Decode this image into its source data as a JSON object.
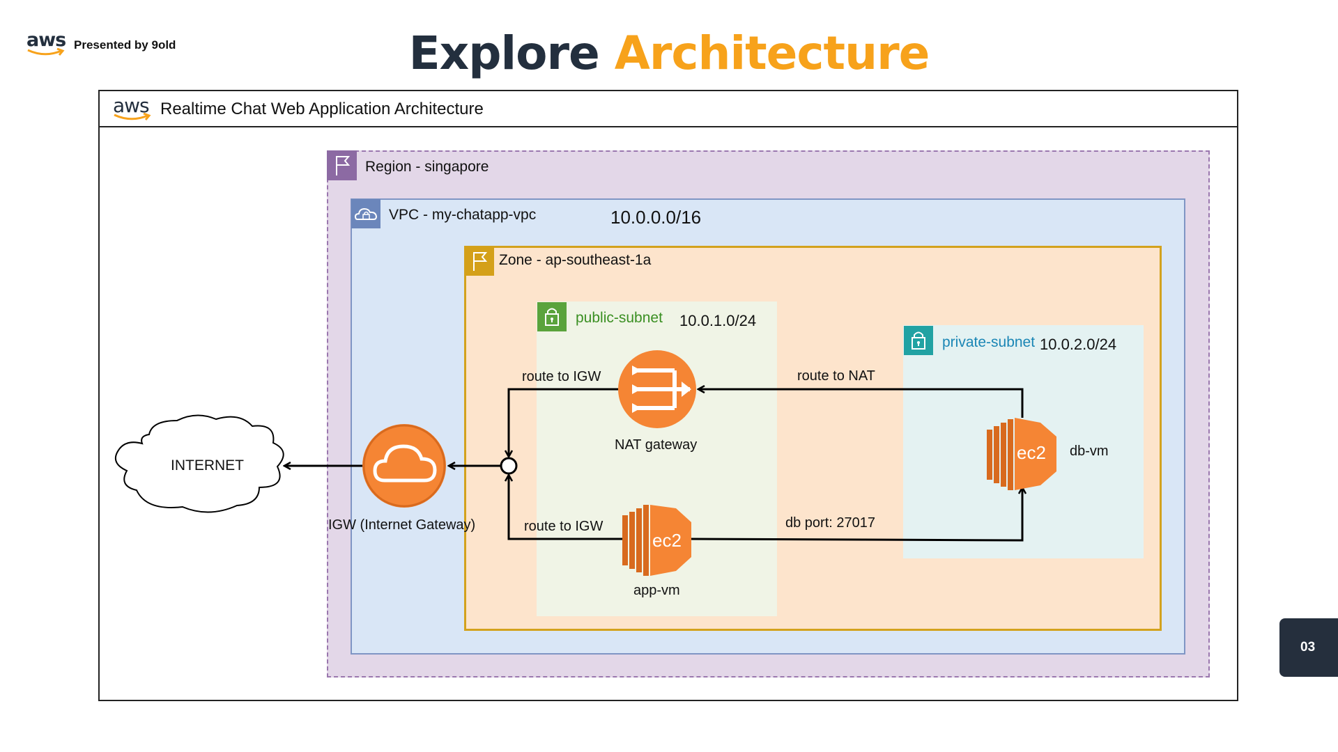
{
  "header": {
    "logo_text": "aws",
    "presented": "Presented by 9old",
    "title_part1": "Explore",
    "title_part2": "Architecture"
  },
  "diagram": {
    "logo_text": "aws",
    "title": "Realtime Chat Web Application Architecture",
    "region_label": "Region - singapore",
    "vpc_label": "VPC - my-chatapp-vpc",
    "vpc_cidr": "10.0.0.0/16",
    "zone_label": "Zone - ap-southeast-1a",
    "public_subnet_label": "public-subnet",
    "public_subnet_cidr": "10.0.1.0/24",
    "private_subnet_label": "private-subnet",
    "private_subnet_cidr": "10.0.2.0/24",
    "internet_label": "INTERNET",
    "igw_label": "IGW (Internet Gateway)",
    "nat_label": "NAT gateway",
    "app_vm_label": "app-vm",
    "db_vm_label": "db-vm",
    "ec2_text": "ec2",
    "route_igw_top": "route to IGW",
    "route_igw_bottom": "route to IGW",
    "route_nat": "route to NAT",
    "db_port": "db port: 27017"
  },
  "page_number": "03",
  "colors": {
    "brand_dark": "#232f3e",
    "brand_orange": "#f7a21b",
    "region": "#e3d7e8",
    "vpc": "#d9e6f6",
    "zone": "#fde4cc",
    "public_subnet": "#f0f4e6",
    "private_subnet": "#e4f2f2",
    "aws_orange": "#f58534"
  },
  "icons": [
    "aws-smile-logo",
    "flag-icon",
    "cloud-lock-icon",
    "lock-icon",
    "cloud-icon",
    "nat-gateway-icon",
    "ec2-instance-icon"
  ]
}
